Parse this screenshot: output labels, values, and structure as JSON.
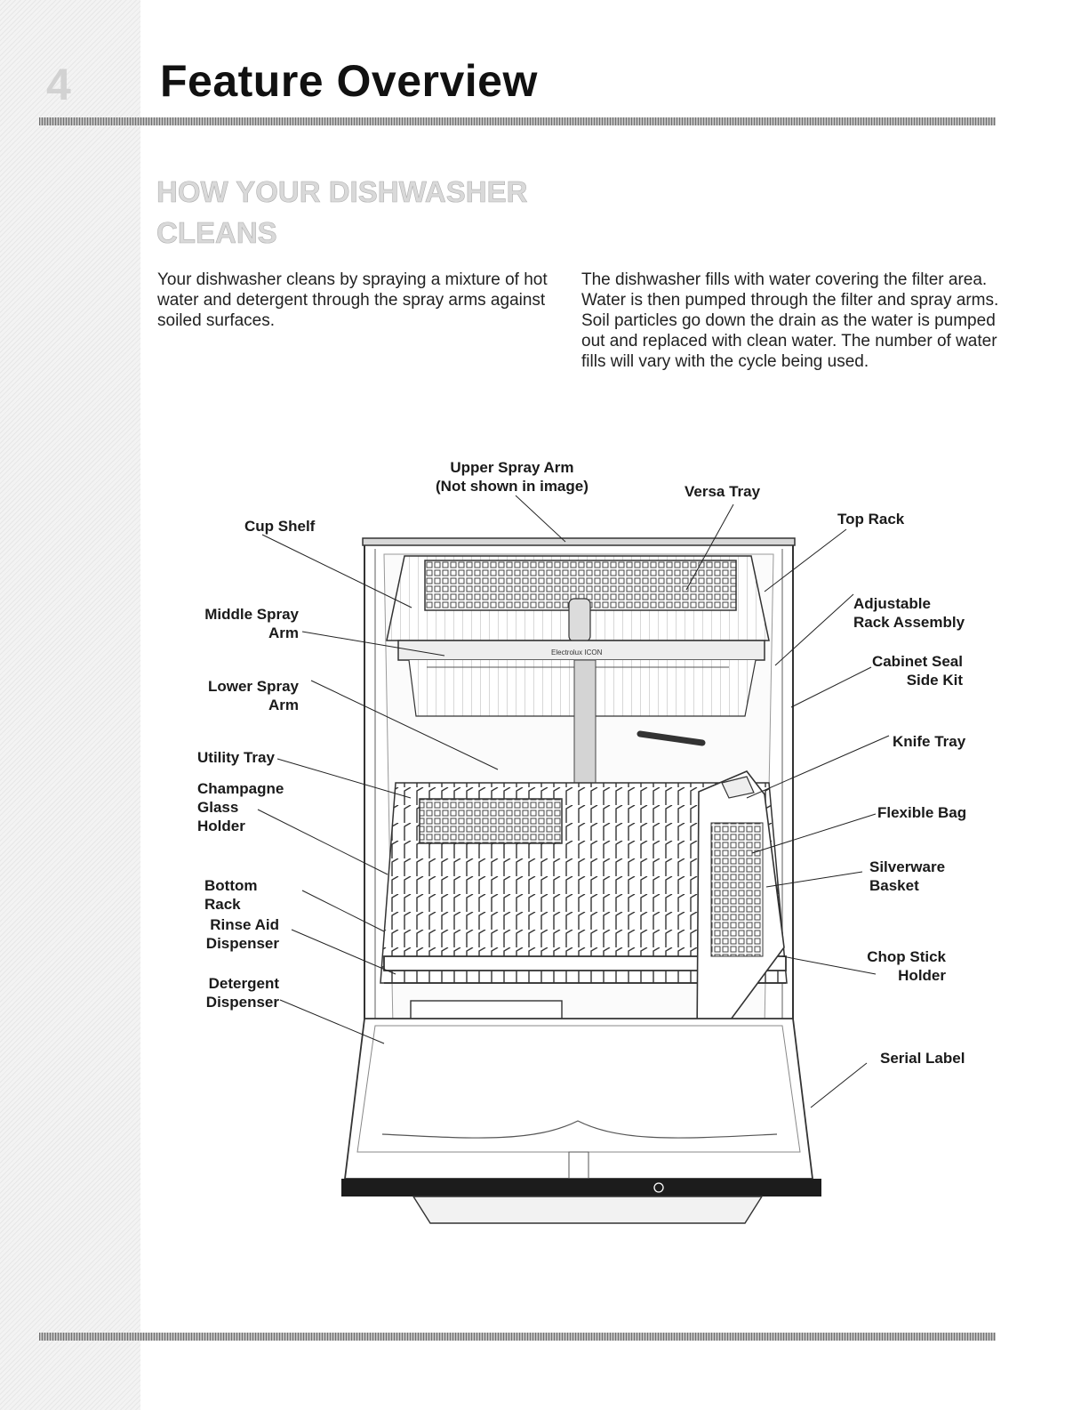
{
  "header": {
    "chapter_number": "4",
    "title": "Feature Overview"
  },
  "section": {
    "heading_line1": "HOW YOUR DISHWASHER",
    "heading_line2": "CLEANS"
  },
  "paragraphs": {
    "left": "Your dishwasher cleans by spraying a mixture of hot water and detergent through the spray arms against soiled surfaces.",
    "right": "The dishwasher fills with water covering the filter area. Water is then pumped through the filter and spray arms. Soil particles go down the drain as the water is pumped out and replaced with clean water. The number of water fills will vary with the cycle being used."
  },
  "diagram": {
    "brand_text": "Electrolux   ICON",
    "labels": {
      "upper_spray_arm": [
        "Upper Spray Arm",
        "(Not shown in image)"
      ],
      "versa_tray": [
        "Versa Tray"
      ],
      "top_rack": [
        "Top Rack"
      ],
      "cup_shelf": [
        "Cup Shelf"
      ],
      "middle_spray_arm": [
        "Middle Spray",
        "Arm"
      ],
      "adjustable_rack_assembly": [
        "Adjustable",
        "Rack Assembly"
      ],
      "cabinet_seal_side_kit": [
        "Cabinet Seal",
        "Side Kit"
      ],
      "lower_spray_arm": [
        "Lower Spray",
        "Arm"
      ],
      "knife_tray": [
        "Knife Tray"
      ],
      "utility_tray": [
        "Utility Tray"
      ],
      "champagne_glass_holder": [
        "Champagne",
        "Glass",
        "Holder"
      ],
      "flexible_bag": [
        "Flexible Bag"
      ],
      "silverware_basket": [
        "Silverware",
        "Basket"
      ],
      "bottom_rack": [
        "Bottom",
        "Rack"
      ],
      "rinse_aid_dispenser": [
        "Rinse Aid",
        "Dispenser"
      ],
      "chop_stick_holder": [
        "Chop Stick",
        "Holder"
      ],
      "detergent_dispenser": [
        "Detergent",
        "Dispenser"
      ],
      "serial_label": [
        "Serial Label"
      ]
    }
  }
}
